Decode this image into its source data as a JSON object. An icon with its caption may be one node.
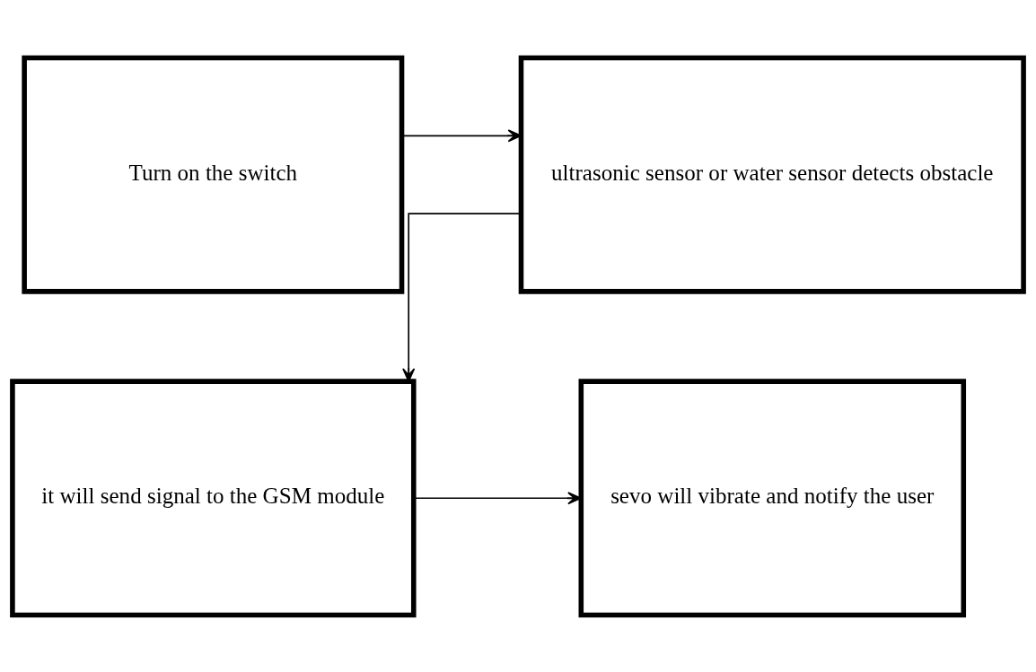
{
  "diagram": {
    "nodes": [
      {
        "text": [
          "Turn on the switch"
        ]
      },
      {
        "text": [
          "ultrasonic sensor or water sensor detects obstacle"
        ]
      },
      {
        "text": [
          "it will send signal to the GSM module"
        ]
      },
      {
        "text": [
          "sevo will vibrate and notify the user"
        ]
      }
    ],
    "edges": [
      {
        "from": 0,
        "to": 1,
        "arrow": "to"
      },
      {
        "from": 1,
        "to": 2,
        "arrow": "to"
      },
      {
        "from": 2,
        "to": 3,
        "arrow": "to"
      }
    ]
  }
}
